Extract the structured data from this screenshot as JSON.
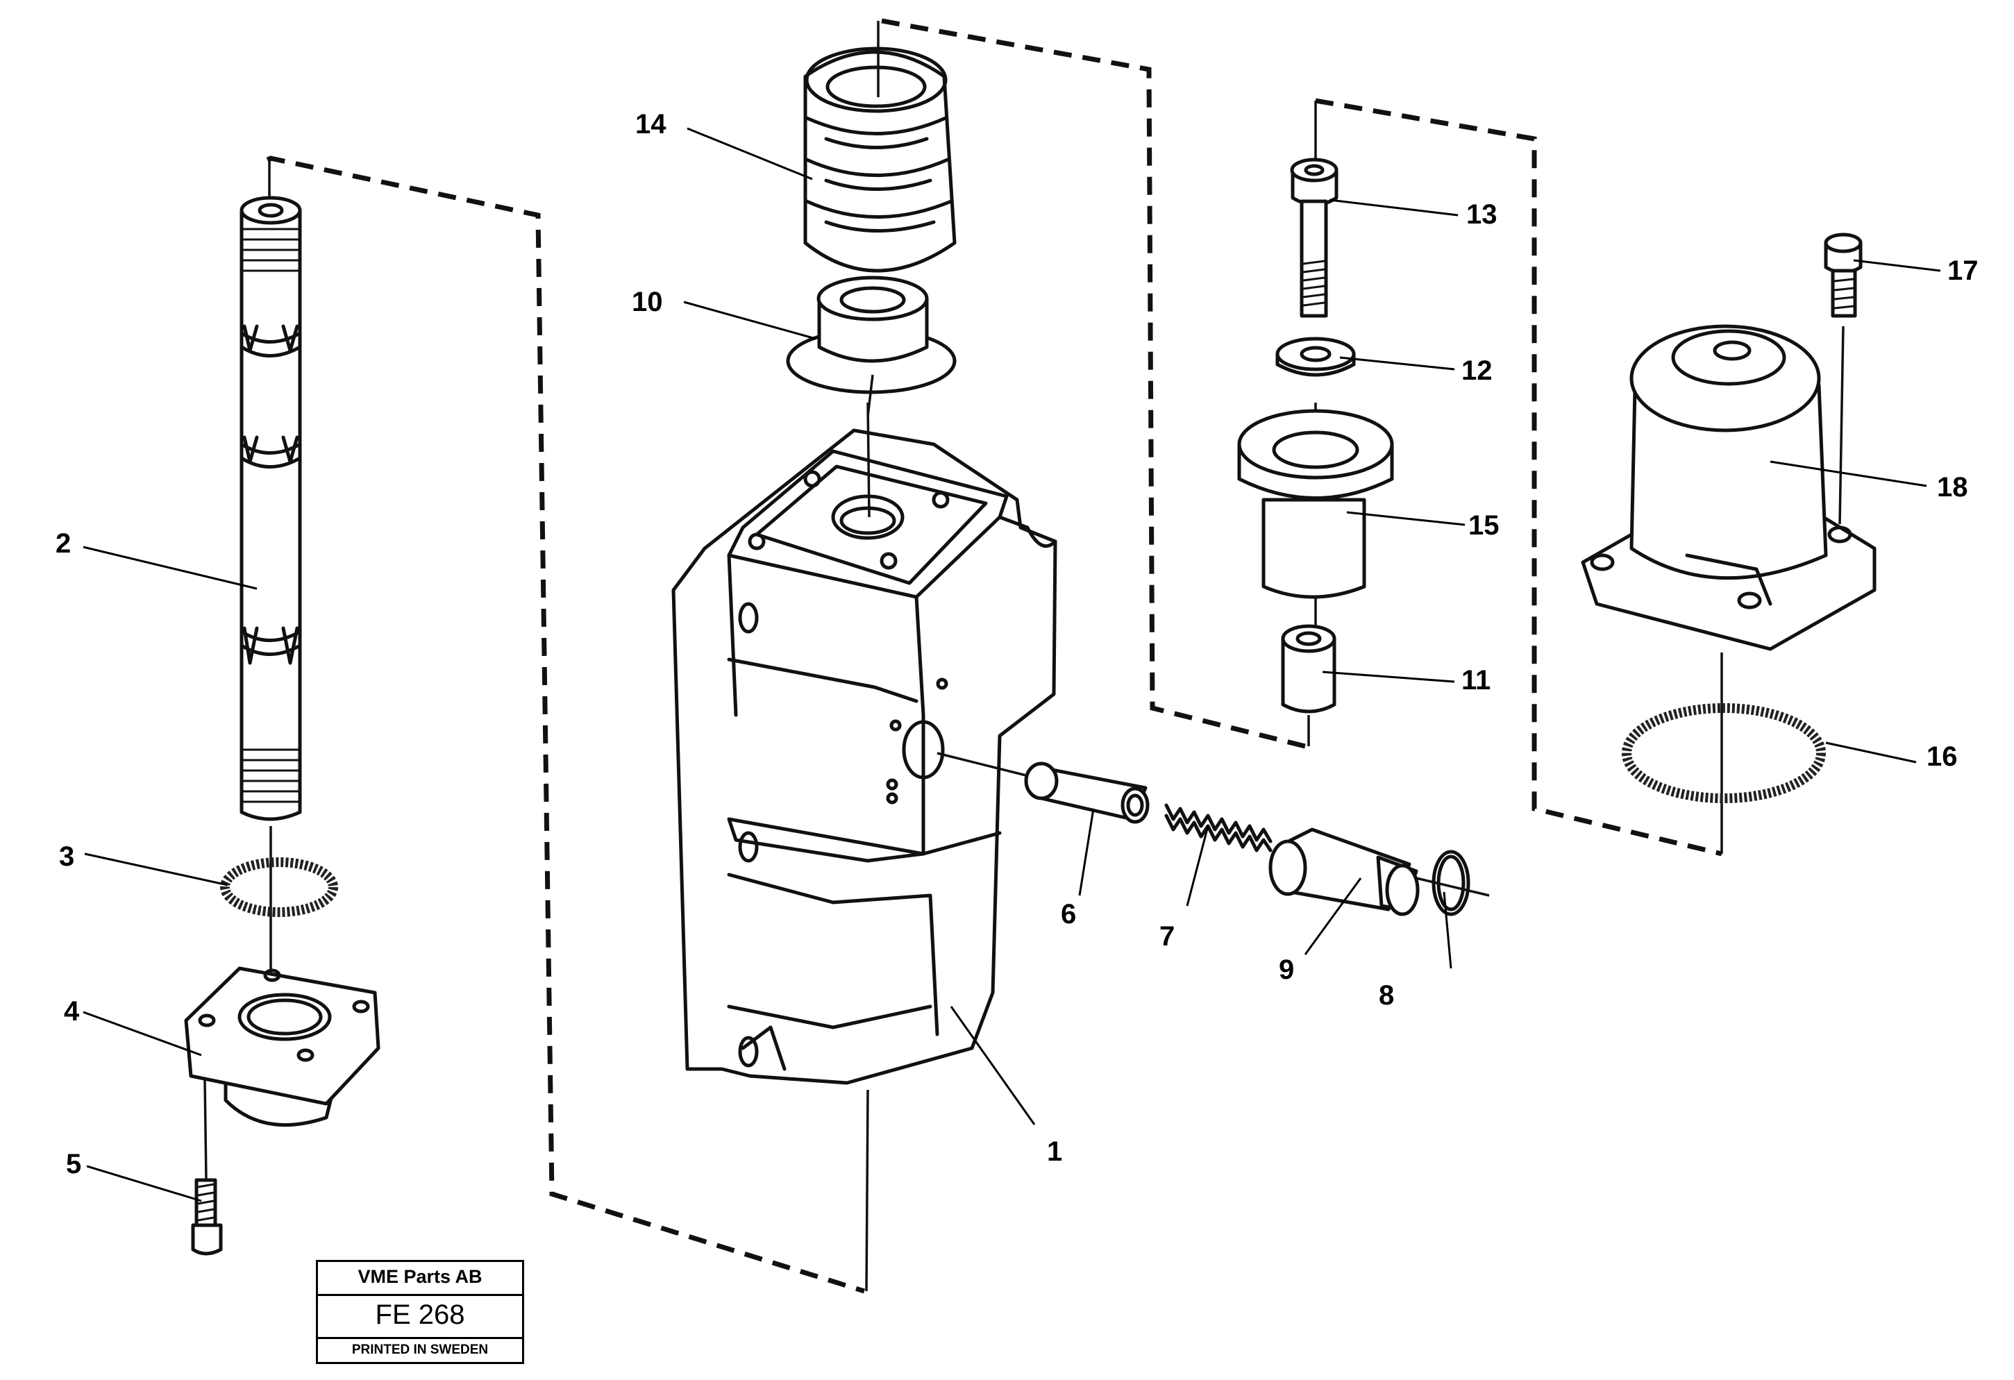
{
  "callouts": {
    "c1": "1",
    "c2": "2",
    "c3": "3",
    "c4": "4",
    "c5": "5",
    "c6": "6",
    "c7": "7",
    "c8": "8",
    "c9": "9",
    "c10": "10",
    "c11": "11",
    "c12": "12",
    "c13": "13",
    "c14": "14",
    "c15": "15",
    "c16": "16",
    "c17": "17",
    "c18": "18"
  },
  "stamp": {
    "company": "VME Parts AB",
    "code": "FE 268",
    "printed": "PRINTED IN SWEDEN"
  }
}
